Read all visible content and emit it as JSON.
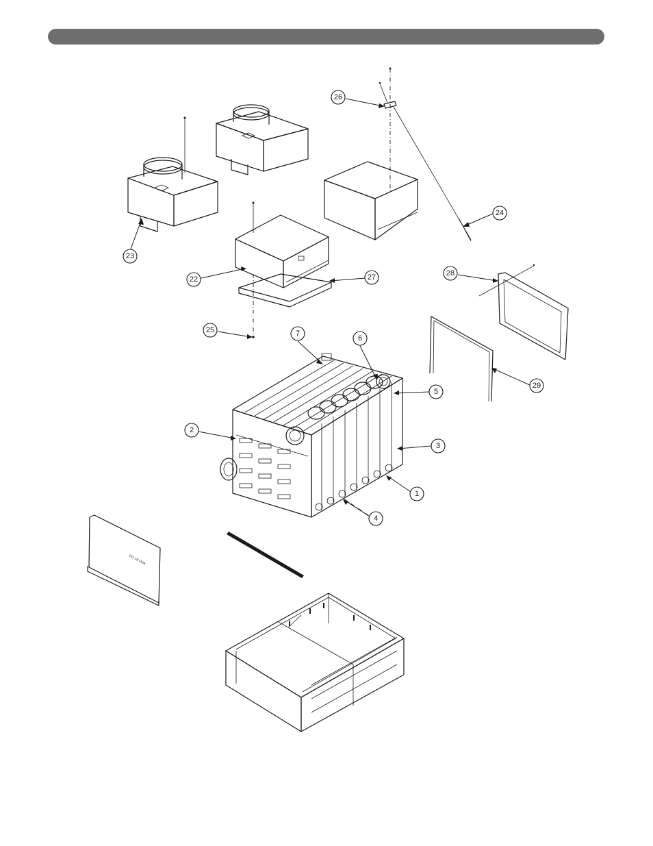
{
  "callouts": [
    {
      "key": "c23",
      "label": "23"
    },
    {
      "key": "c22",
      "label": "22"
    },
    {
      "key": "c25",
      "label": "25"
    },
    {
      "key": "c27",
      "label": "27"
    },
    {
      "key": "c26",
      "label": "26"
    },
    {
      "key": "c24",
      "label": "24"
    },
    {
      "key": "c28",
      "label": "28"
    },
    {
      "key": "c29",
      "label": "29"
    },
    {
      "key": "c7",
      "label": "7"
    },
    {
      "key": "c6",
      "label": "6"
    },
    {
      "key": "c5",
      "label": "5"
    },
    {
      "key": "c2",
      "label": "2"
    },
    {
      "key": "c3",
      "label": "3"
    },
    {
      "key": "c1",
      "label": "1"
    },
    {
      "key": "c4",
      "label": "4"
    }
  ],
  "panel_text": "GG-18 DNA",
  "colors": {
    "header_bar": "#6e6e6e",
    "line": "#1a1a1a"
  }
}
